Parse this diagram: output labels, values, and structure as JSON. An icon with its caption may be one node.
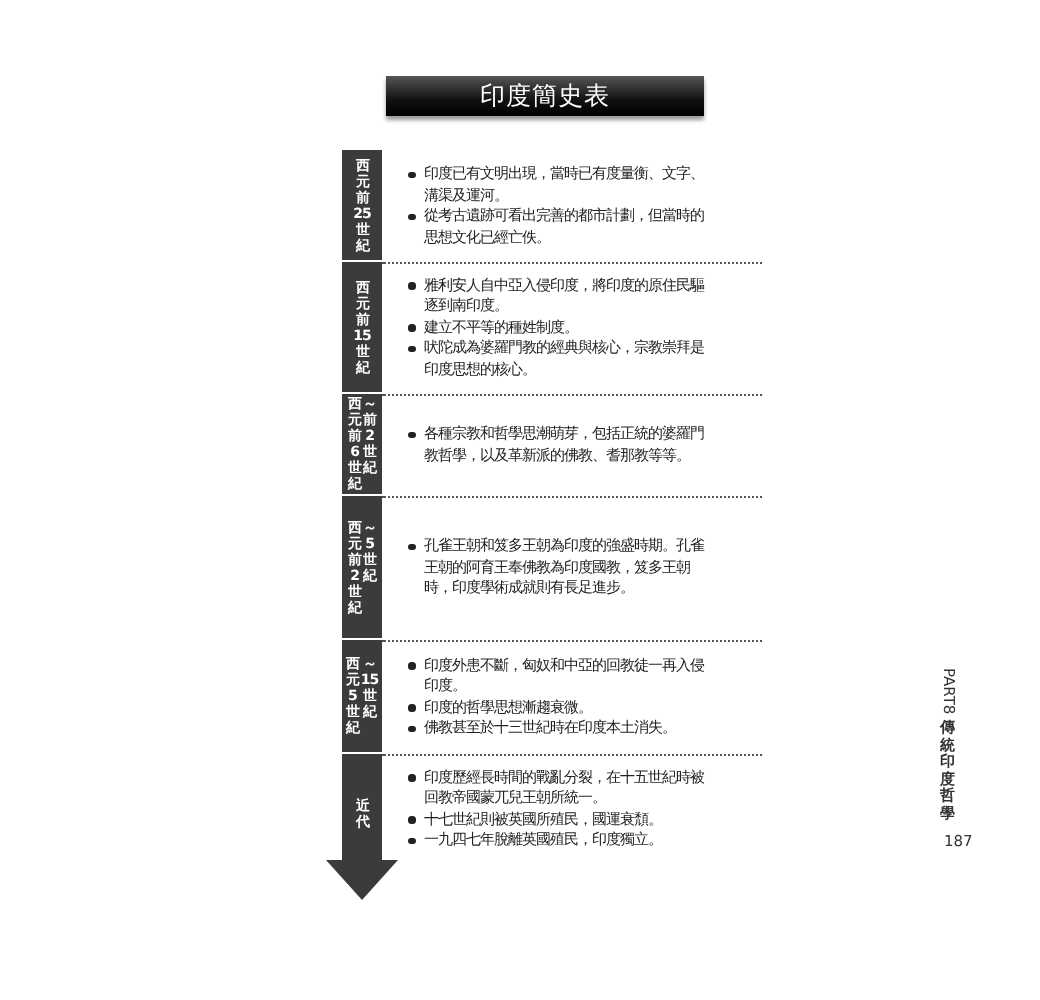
{
  "diagram": {
    "title": "印度簡史表",
    "nodes": [
      {
        "text": [
          "西元前25世紀"
        ],
        "beside": [
          "印度已有文明出現，當時已有度量衡、文字、溝渠及運河。",
          "從考古遺跡可看出完善的都市計劃，但當時的思想文化已經亡佚。"
        ]
      },
      {
        "text": [
          "西元前15世紀"
        ],
        "beside": [
          "雅利安人自中亞入侵印度，將印度的原住民驅逐到南印度。",
          "建立不平等的種姓制度。",
          "吠陀成為婆羅門教的經典與核心，宗教崇拜是印度思想的核心。"
        ]
      },
      {
        "text": [
          "西元前6世紀",
          "～前2世紀"
        ],
        "beside": [
          "各種宗教和哲學思潮萌芽，包括正統的婆羅門教哲學，以及革新派的佛教、耆那教等等。"
        ]
      },
      {
        "text": [
          "西元前2世紀",
          "～5世紀"
        ],
        "beside": [
          "孔雀王朝和笈多王朝為印度的強盛時期。孔雀王朝的阿育王奉佛教為印度國教，笈多王朝時，印度學術成就則有長足進步。"
        ]
      },
      {
        "text": [
          "西元5世紀",
          "～15世紀"
        ],
        "beside": [
          "印度外患不斷，匈奴和中亞的回教徒一再入侵印度。",
          "印度的哲學思想漸趨衰微。",
          "佛教甚至於十三世紀時在印度本土消失。"
        ]
      },
      {
        "text": [
          "近代"
        ],
        "beside": [
          "印度歷經長時間的戰亂分裂，在十五世紀時被回教帝國蒙兀兒王朝所統一。",
          "十七世紀則被英國所殖民，國運衰頹。",
          "一九四七年脫離英國殖民，印度獨立。"
        ]
      }
    ],
    "labels": [
      "PART8",
      "傳統印度哲學",
      "187"
    ]
  }
}
